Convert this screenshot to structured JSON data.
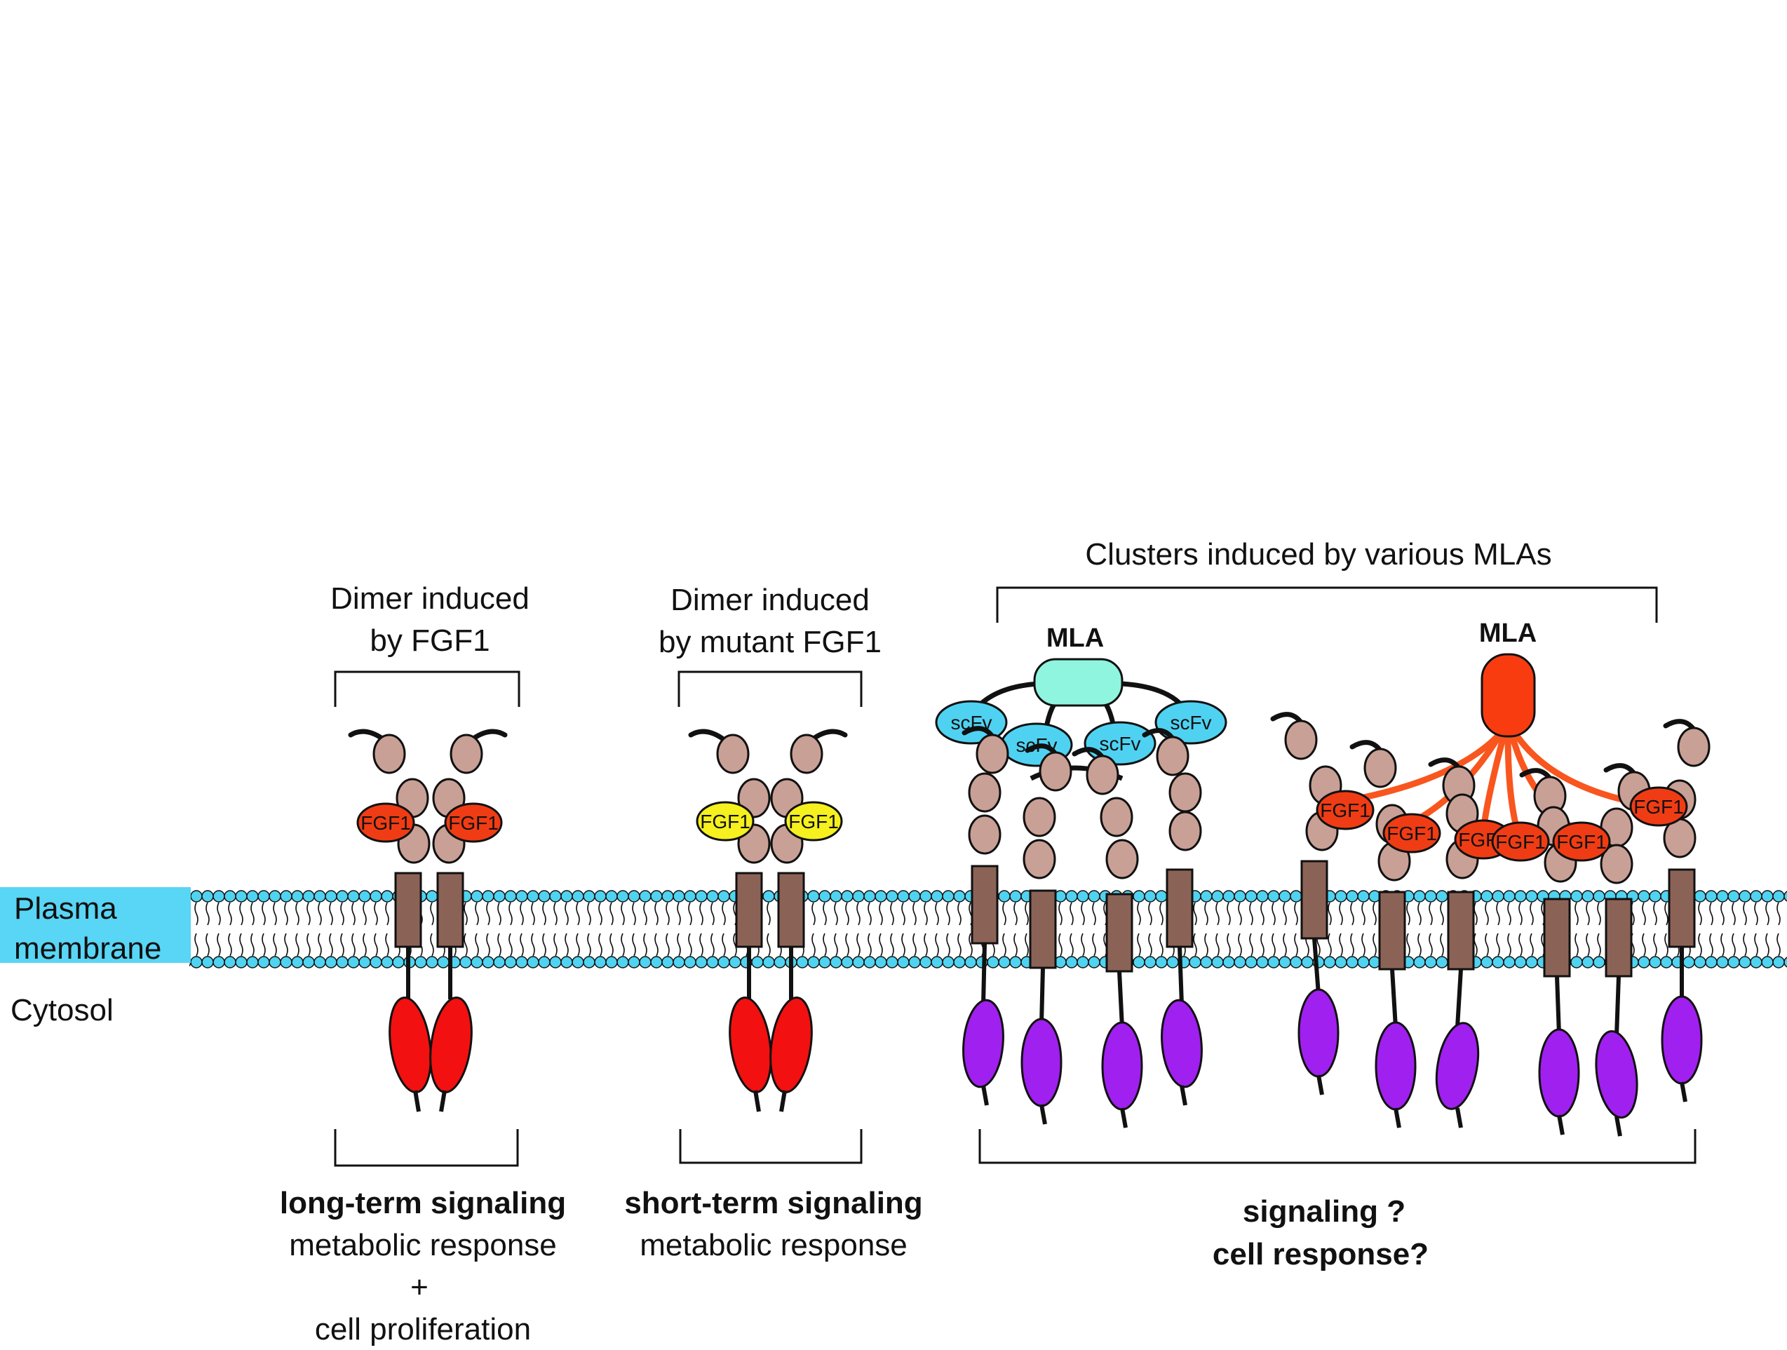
{
  "labels": {
    "membrane_line1": "Plasma",
    "membrane_line2": "membrane",
    "cytosol": "Cytosol",
    "group1_title_line1": "Dimer induced",
    "group1_title_line2": "by FGF1",
    "group2_title_line1": "Dimer induced",
    "group2_title_line2": "by mutant FGF1",
    "group3_title": "Clusters induced by various MLAs",
    "mla_left": "MLA",
    "mla_right": "MLA",
    "scfv": "scFv",
    "fgf1": "FGF1",
    "group1_out_line1": "long-term signaling",
    "group1_out_line2": "metabolic response",
    "group1_out_line3": "+",
    "group1_out_line4": "cell proliferation",
    "group2_out_line1": "short-term signaling",
    "group2_out_line2": "metabolic response",
    "group3_out_line1": "signaling ?",
    "group3_out_line2": "cell response?"
  },
  "colors": {
    "membrane_head": "#4fd3f0",
    "membrane_label_bg": "#59d5f5",
    "receptor_domain": "#c9a095",
    "transmembrane": "#8b6356",
    "fgf1_wildtype": "#f03c14",
    "fgf1_mutant": "#f5f01e",
    "kinase_dimer": "#f21010",
    "kinase_cluster": "#a020f0",
    "scfv": "#4fd2f2",
    "mla_left": "#8ff5df",
    "mla_right": "#f83c10",
    "mla_linker": "#f8561e"
  }
}
